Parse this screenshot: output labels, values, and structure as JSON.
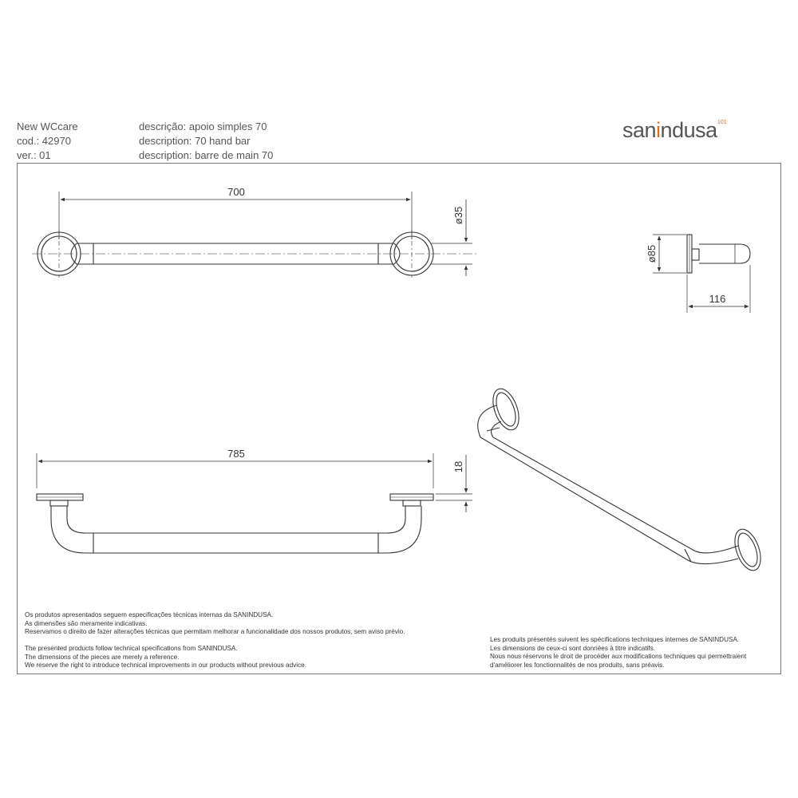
{
  "header": {
    "line1": "New WCcare",
    "line2": "cod.: 42970",
    "line3": "ver.: 01",
    "desc_pt": "descrição: apoio simples 70",
    "desc_en": "description: 70 hand bar",
    "desc_fr": "description: barre de main 70"
  },
  "logo": {
    "part1": "san",
    "part2": "indusa",
    "mark": "101"
  },
  "dimensions": {
    "length_top": "700",
    "diameter_bar": "ø35",
    "diameter_flange": "ø85",
    "depth": "116",
    "length_front": "785",
    "flange_thickness": "18"
  },
  "notes": {
    "pt": [
      "Os produtos apresentados seguem especificações técnicas internas da SANINDUSA.",
      "As dimensões são meramente indicativas.",
      "Reservamos o direito de fazer alterações técnicas que permitam melhorar a funcionalidade dos nossos produtos, sem aviso prévio."
    ],
    "en": [
      "The presented products follow technical specifications from SANINDUSA.",
      "The dimensions of the pieces are merely a reference.",
      "We reserve the right to introduce technical improvements in our products without previous advice."
    ],
    "fr": [
      "Les produits présentés suivent les spécifications techniques internes de SANINDUSA.",
      "Les dimensions de ceux-ci sont données à titre indicatifs.",
      "Nous nous réservons le droit de procéder aux modifications techniques qui permettraient",
      "d'améliorer les fonctionnalités de nos produits, sans préavis."
    ]
  },
  "colors": {
    "line": "#333333",
    "accent": "#e26a1e"
  }
}
